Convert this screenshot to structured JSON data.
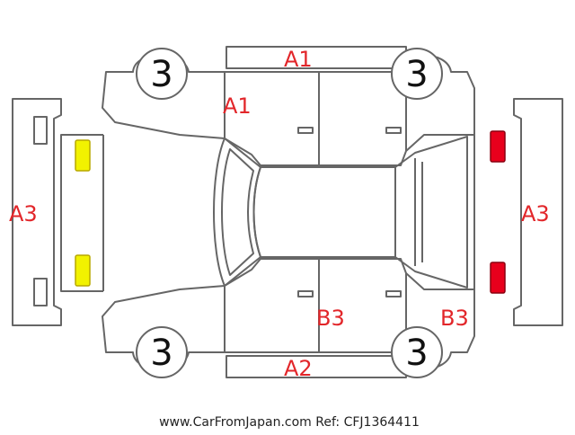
{
  "labels": {
    "top_panel": "A1",
    "front_left_door": "A1",
    "left_bumper": "A3",
    "right_bumper": "A3",
    "rear_door": "B3",
    "rear_quarter": "B3",
    "bottom_panel": "A2"
  },
  "wheels": {
    "top_left": "3",
    "top_right": "3",
    "bottom_left": "3",
    "bottom_right": "3"
  },
  "footer": "www.CarFromJapan.com Ref: CFJ1364411",
  "colors": {
    "damage_label": "#e2262a",
    "headlight": "#f2f200",
    "taillight": "#e8001c",
    "outline": "#666666"
  }
}
